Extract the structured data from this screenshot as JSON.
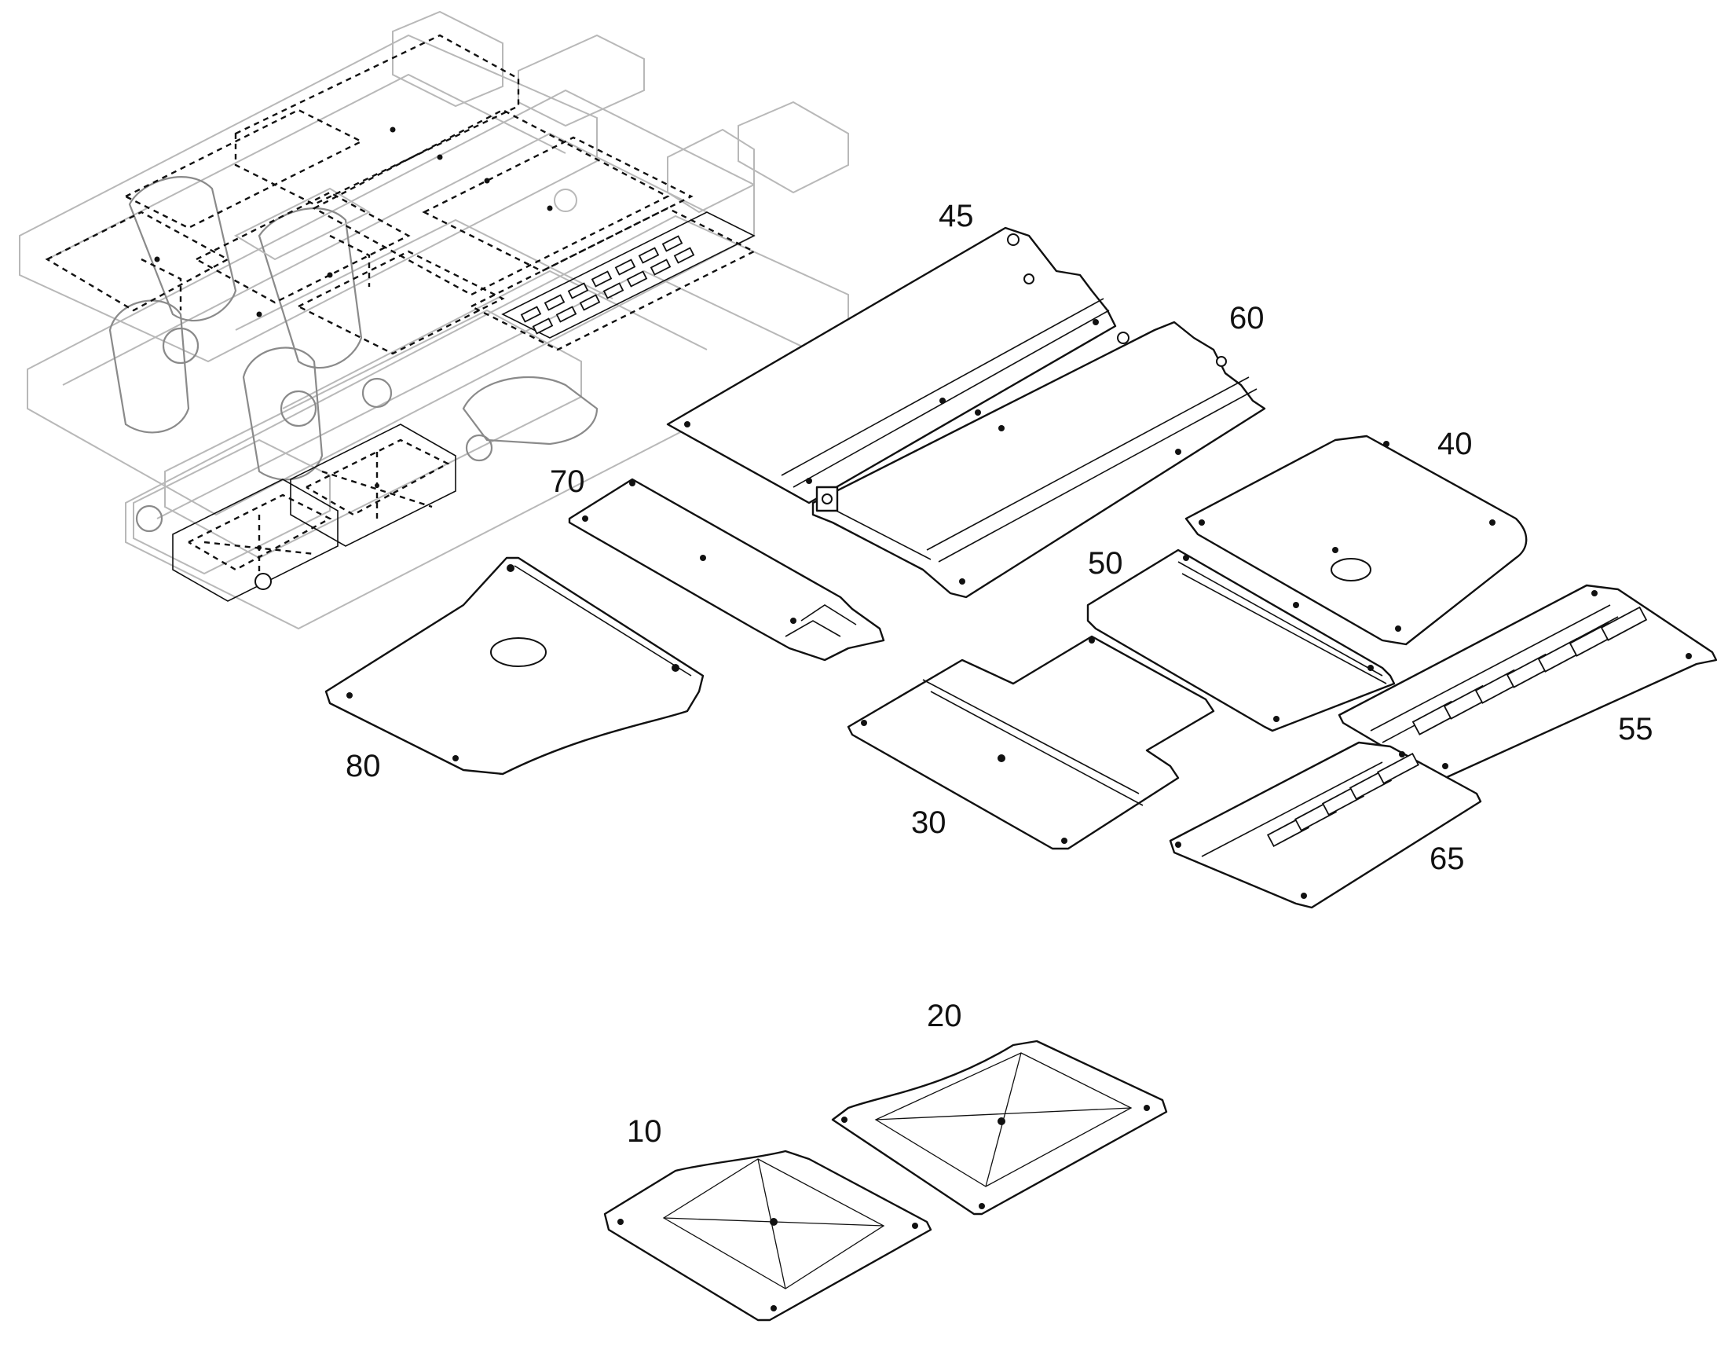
{
  "diagram": {
    "callouts": [
      {
        "id": "10",
        "text": "10"
      },
      {
        "id": "20",
        "text": "20"
      },
      {
        "id": "30",
        "text": "30"
      },
      {
        "id": "40",
        "text": "40"
      },
      {
        "id": "45",
        "text": "45"
      },
      {
        "id": "50",
        "text": "50"
      },
      {
        "id": "55",
        "text": "55"
      },
      {
        "id": "60",
        "text": "60"
      },
      {
        "id": "65",
        "text": "65"
      },
      {
        "id": "70",
        "text": "70"
      },
      {
        "id": "80",
        "text": "80"
      }
    ]
  }
}
